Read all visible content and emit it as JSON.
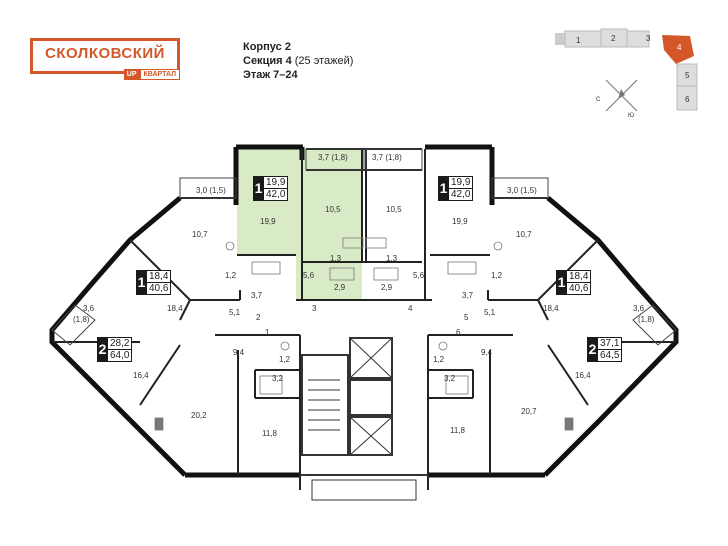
{
  "brand": {
    "name": "СКОЛКОВСКИЙ",
    "badge_left": "UP",
    "badge_right": "КВАРТАЛ"
  },
  "info": {
    "building": "Корпус 2",
    "section_label": "Секция 4",
    "section_floors": "(25 этажей)",
    "floors": "Этаж 7–24"
  },
  "keyplan": {
    "sections": [
      "1",
      "2",
      "3",
      "4",
      "5",
      "6"
    ],
    "active": "4",
    "active_color": "#d4572a",
    "compass": [
      "С",
      "Ю"
    ]
  },
  "apartments": [
    {
      "id": "a1",
      "rooms": "1",
      "living": "19,9",
      "total": "42,0",
      "highlighted": true
    },
    {
      "id": "a2",
      "rooms": "1",
      "living": "19,9",
      "total": "42,0"
    },
    {
      "id": "a3",
      "rooms": "1",
      "living": "18,4",
      "total": "40,6"
    },
    {
      "id": "a4",
      "rooms": "1",
      "living": "18,4",
      "total": "40,6"
    },
    {
      "id": "a5",
      "rooms": "2",
      "living": "28,2",
      "total": "64,0"
    },
    {
      "id": "a6",
      "rooms": "2",
      "living": "37,1",
      "total": "64,5"
    }
  ],
  "room_labels": [
    "3,0 (1,5)",
    "3,7 (1,8)",
    "3,7 (1,8)",
    "3,0 (1,5)",
    "19,9",
    "10,5",
    "10,5",
    "19,9",
    "10,7",
    "10,7",
    "1,2",
    "1,3",
    "1,3",
    "1,2",
    "5,6",
    "5,6",
    "2,9",
    "2,9",
    "3,7",
    "3,7",
    "18,4",
    "18,4",
    "5,1",
    "5,1",
    "2",
    "3",
    "4",
    "5",
    "6",
    "1",
    "3,6",
    "(1,8)",
    "3,6",
    "(1,8)",
    "9,4",
    "9,4",
    "1,2",
    "1,2",
    "16,4",
    "16,4",
    "3,2",
    "3,2",
    "20,2",
    "20,7",
    "11,8",
    "11,8"
  ],
  "highlight_color": "#d9ebc6"
}
